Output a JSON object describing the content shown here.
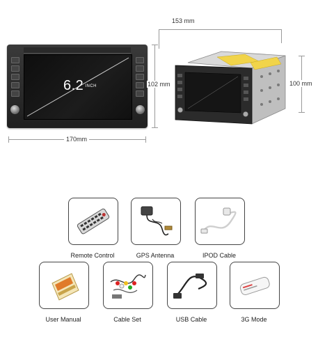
{
  "dimensions": {
    "front_width": "170mm",
    "front_height": "102 mm",
    "front_screen": "6.2",
    "front_screen_unit": "INCH",
    "side_depth": "153 mm",
    "side_height": "100 mm"
  },
  "accessories": [
    {
      "label": "Remote Control"
    },
    {
      "label": "GPS Antenna"
    },
    {
      "label": "IPOD Cable"
    },
    {
      "label": "User Manual"
    },
    {
      "label": "Cable Set"
    },
    {
      "label": "USB Cable"
    },
    {
      "label": "3G Mode"
    }
  ]
}
